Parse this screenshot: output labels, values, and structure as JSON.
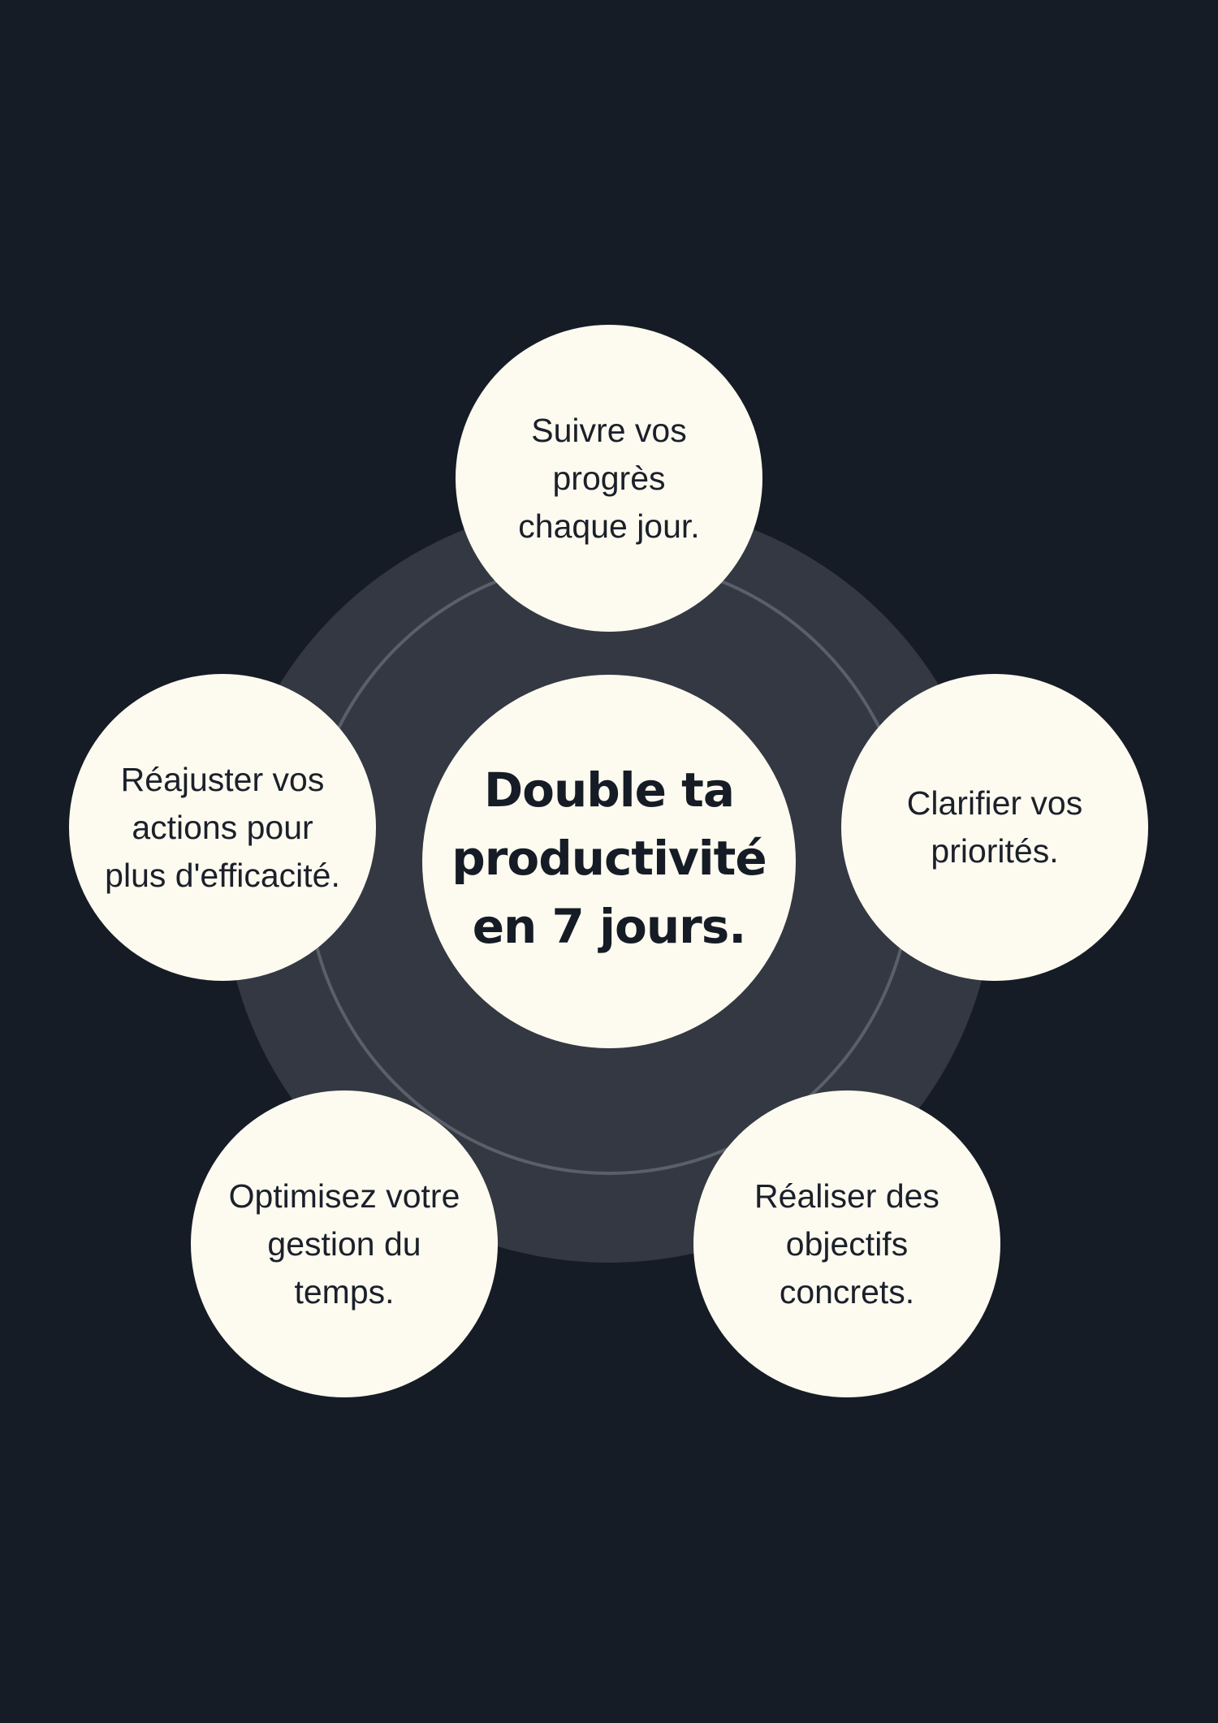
{
  "colors": {
    "background": "#161c26",
    "backdrop": "#333842",
    "ring": "#5a5f69",
    "node_fill": "#fdfbf0",
    "text": "#1b202a"
  },
  "center": {
    "title": "Double ta\nproductivité\nen 7 jours."
  },
  "steps": [
    {
      "text": "Suivre vos\nprogrès\nchaque jour."
    },
    {
      "text": "Réajuster vos\nactions pour\nplus d'efficacité."
    },
    {
      "text": "Clarifier vos\npriorités."
    },
    {
      "text": "Optimisez votre\ngestion du\ntemps."
    },
    {
      "text": "Réaliser des\nobjectifs\nconcrets."
    }
  ]
}
